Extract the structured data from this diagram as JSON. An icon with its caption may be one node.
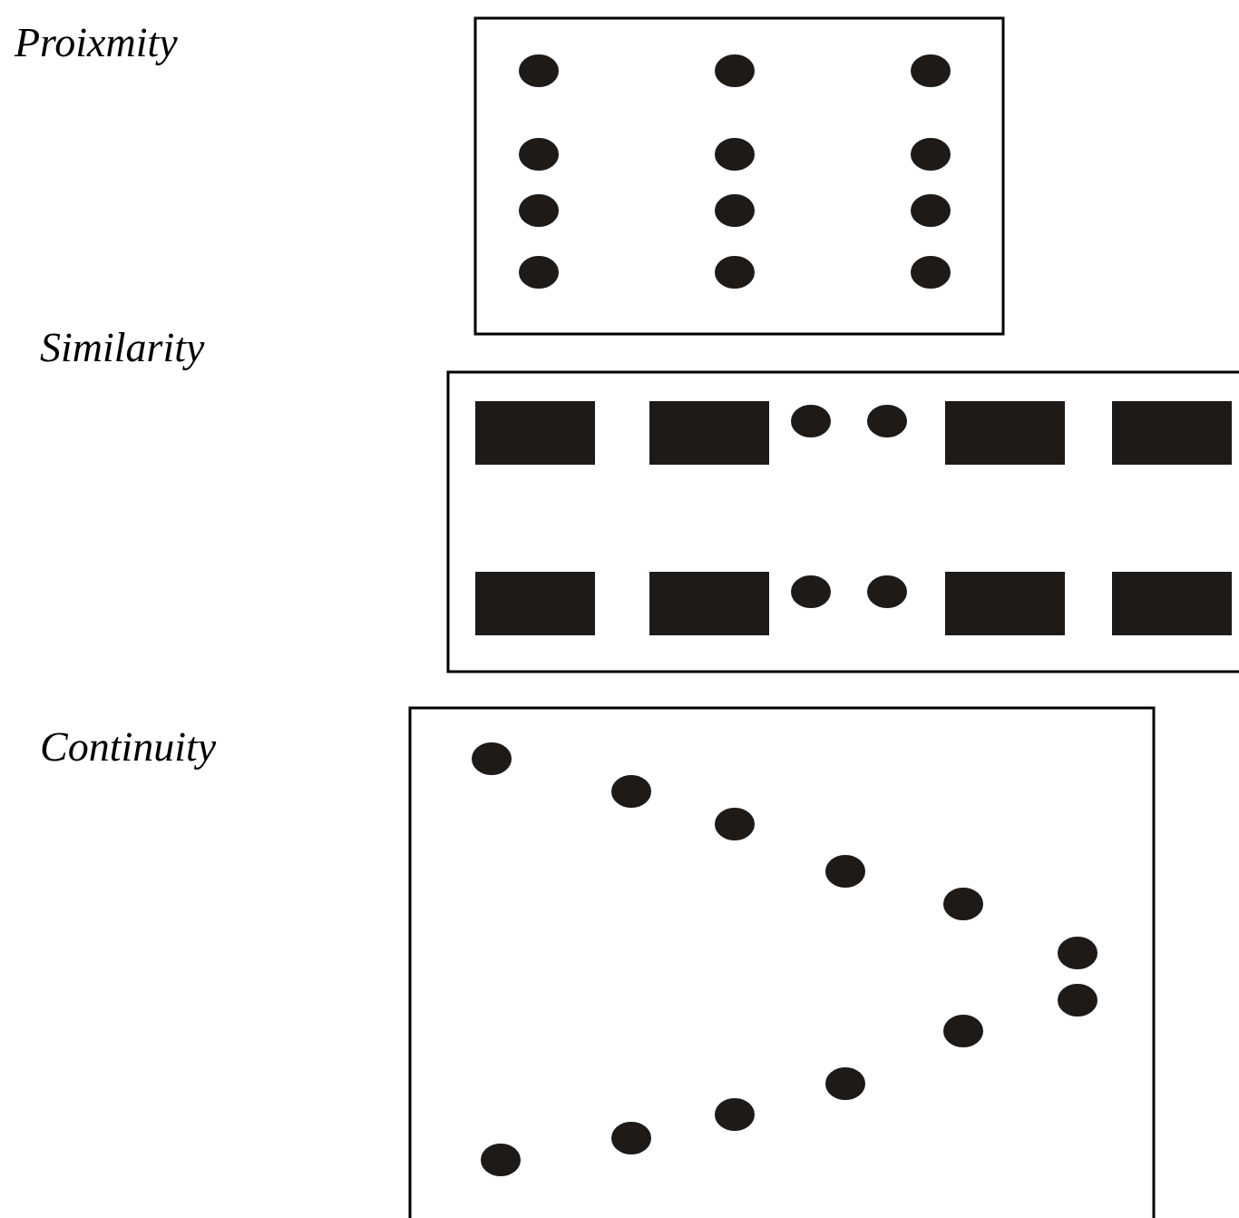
{
  "diagram": {
    "labels": [
      "Proixmity",
      "Similarity",
      "Continuity"
    ]
  }
}
